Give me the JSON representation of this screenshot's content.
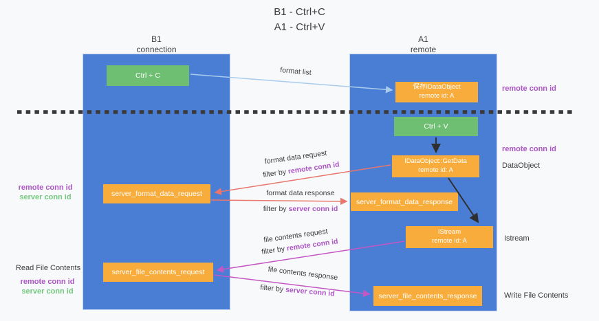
{
  "title": {
    "line1": "B1 - Ctrl+C",
    "line2": "A1 - Ctrl+V"
  },
  "lifelines": {
    "left": {
      "name": "B1",
      "role": "connection"
    },
    "right": {
      "name": "A1",
      "role": "remote"
    }
  },
  "nodes": {
    "ctrl_c": {
      "label": "Ctrl + C"
    },
    "ctrl_v": {
      "label": "Ctrl + V"
    },
    "save_dataobject": {
      "line1": "保存IDataObject",
      "line2": "remote id: A"
    },
    "getdata": {
      "line1": "IDataObject::GetData",
      "line2": "remote id: A"
    },
    "istream_obj": {
      "line1": "IStream",
      "line2": "remote id: A"
    },
    "format_request": {
      "label": "server_format_data_request"
    },
    "format_response": {
      "label": "server_format_data_response"
    },
    "file_request": {
      "label": "server_file_contents_request"
    },
    "file_response": {
      "label": "server_file_contents_response"
    }
  },
  "messages": {
    "format_list": "format list",
    "format_data_request": "format data request",
    "format_data_response": "format data response",
    "file_contents_request": "file contents request",
    "file_contents_response": "file contents response",
    "filter_by": "filter by",
    "remote_conn_id": "remote conn id",
    "server_conn_id": "server conn id"
  },
  "annotations": {
    "remote_conn_id": "remote conn id",
    "server_conn_id": "server conn id",
    "dataobject": "DataObject",
    "istream": "Istream",
    "read_file_contents": "Read File Contents",
    "write_file_contents": "Write File Contents"
  },
  "colors": {
    "background": "#f8f9fa",
    "lifeline_blue": "#4a7ed4",
    "node_orange": "#f8ac3b",
    "node_green": "#6ebf72",
    "arrow_blue": "#a9ccec",
    "arrow_black": "#2f2f2f",
    "arrow_red": "#e8766d",
    "arrow_magenta": "#c557c5",
    "text_purple": "#ad56c5",
    "text_green": "#74c77e",
    "dashed_line": "#3a3a3a"
  }
}
